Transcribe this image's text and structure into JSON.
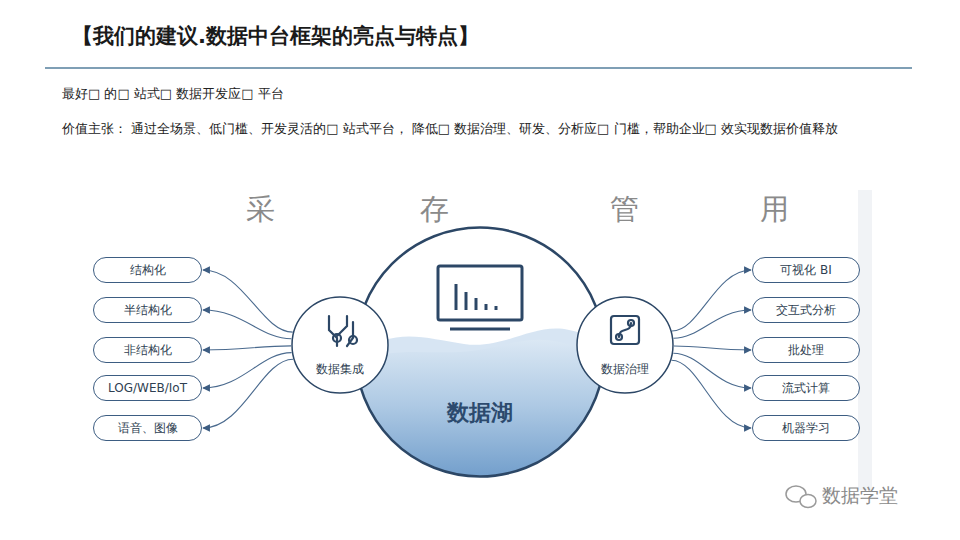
{
  "diagram": {
    "title": "【我们的建议.数据中台框架的亮点与特点】",
    "nodes": [
      {
        "text": [
          "结构化"
        ]
      },
      {
        "text": [
          "半结构化"
        ]
      },
      {
        "text": [
          "非结构化"
        ]
      },
      {
        "text": [
          "LOG/WEB/IoT"
        ]
      },
      {
        "text": [
          "语音、图像"
        ]
      },
      {
        "text": [
          "数据集成"
        ]
      },
      {
        "text": [
          "数据湖"
        ]
      },
      {
        "text": [
          "数据治理"
        ]
      },
      {
        "text": [
          "可视化 BI"
        ]
      },
      {
        "text": [
          "交互式分析"
        ]
      },
      {
        "text": [
          "批处理"
        ]
      },
      {
        "text": [
          "流式计算"
        ]
      },
      {
        "text": [
          "机器学习"
        ]
      }
    ],
    "edges": [
      {
        "from": 5,
        "to": 0,
        "arrow": "to"
      },
      {
        "from": 5,
        "to": 1,
        "arrow": "to"
      },
      {
        "from": 5,
        "to": 2,
        "arrow": "to"
      },
      {
        "from": 5,
        "to": 3,
        "arrow": "to"
      },
      {
        "from": 5,
        "to": 4,
        "arrow": "to"
      },
      {
        "from": 7,
        "to": 8,
        "arrow": "to"
      },
      {
        "from": 7,
        "to": 9,
        "arrow": "to"
      },
      {
        "from": 7,
        "to": 10,
        "arrow": "to"
      },
      {
        "from": 7,
        "to": 11,
        "arrow": "to"
      },
      {
        "from": 7,
        "to": 12,
        "arrow": "to"
      }
    ],
    "labels": [
      "最好□ 的□ 站式□ 数据开发应□ 平台",
      "价值主张： 通过全场景、低门槛、开发灵活的□ 站式平台， 降低□ 数据治理、研发、分析应□ 门槛，帮助企业□ 效实现数据价值释放",
      "采",
      "存",
      "管",
      "用",
      "数据学堂"
    ]
  }
}
